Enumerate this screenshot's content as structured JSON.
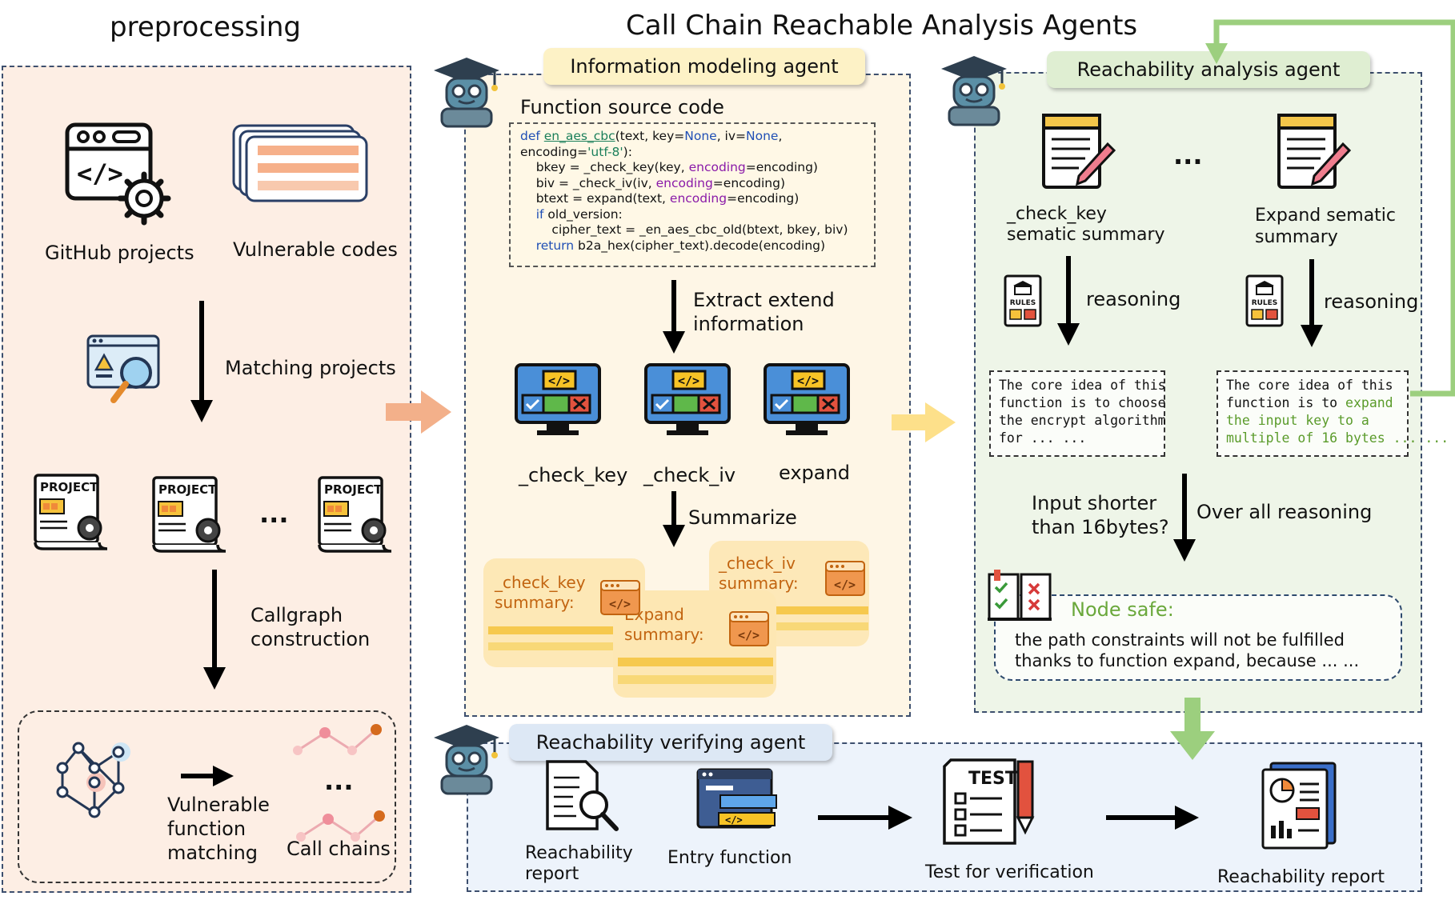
{
  "headers": {
    "preprocessing": "preprocessing",
    "main": "Call Chain Reachable Analysis Agents"
  },
  "preprocessing": {
    "github_label": "GitHub projects",
    "vuln_label": "Vulnerable codes",
    "matching_label": "Matching projects",
    "project_tag": "PROJECT",
    "ellipsis": "...",
    "callgraph_label_1": "Callgraph",
    "callgraph_label_2": "construction",
    "vfm_1": "Vulnerable",
    "vfm_2": "function",
    "vfm_3": "matching",
    "call_chains": "Call chains"
  },
  "info_agent": {
    "title": "Information modeling agent",
    "source_title": "Function source code",
    "code": {
      "l1_def": "def ",
      "l1_fn": "en_aes_cbc",
      "l1_a": "(text, key=",
      "l1_none1": "None",
      "l1_b": ", iv=",
      "l1_none2": "None",
      "l1_c": ",",
      "l2_a": "encoding=",
      "l2_str": "'utf-8'",
      "l2_b": "):",
      "l3_a": "    bkey = _check_key(key, ",
      "l3_p": "encoding",
      "l3_b": "=encoding)",
      "l4_a": "    biv = _check_iv(iv, ",
      "l4_p": "encoding",
      "l4_b": "=encoding)",
      "l5_a": "    btext = expand(text, ",
      "l5_p": "encoding",
      "l5_b": "=encoding)",
      "l6_kw": "    if ",
      "l6_a": "old_version:",
      "l7": "        cipher_text = _en_aes_cbc_old(btext, bkey, biv)",
      "l8_kw": "    return ",
      "l8_a": "b2a_hex(cipher_text).decode(encoding)"
    },
    "extract_1": "Extract extend",
    "extract_2": "information",
    "fn1": "_check_key",
    "fn2": "_check_iv",
    "fn3": "expand",
    "summarize": "Summarize",
    "card1_1": "_check_key",
    "card1_2": "summary:",
    "card2_1": "_check_iv",
    "card2_2": "summary:",
    "card3_1": "Expand",
    "card3_2": "summary:"
  },
  "reach_agent": {
    "title": "Reachability analysis agent",
    "doc1_1": "_check_key",
    "doc1_2": "sematic  summary",
    "doc2_1": "Expand sematic",
    "doc2_2": "summary",
    "ellipsis": "...",
    "reasoning1": "reasoning",
    "reasoning2": "reasoning",
    "rules": "RULES",
    "box1": [
      "The core idea of this",
      "function is to choose",
      "the encrypt algorithm",
      "for ... ..."
    ],
    "box2_l1": "The core idea of this",
    "box2_l2a": "function is to ",
    "box2_l2b": "expand",
    "box2_l3": "the input key to a",
    "box2_l4": "multiple of 16 bytes ... ...",
    "question_1": "Input shorter",
    "question_2": "than 16bytes?",
    "overall": "Over all reasoning",
    "node_safe": "Node safe:",
    "node_l1": "the path constraints will not be fulfilled",
    "node_l2": "thanks to function expand, because ... ..."
  },
  "verify_agent": {
    "title": "Reachability verifying agent",
    "report1_1": "Reachability",
    "report1_2": "report",
    "entry": "Entry function",
    "test_tag": "TEST",
    "test_label": "Test for verification",
    "final": "Reachability report"
  },
  "colors": {
    "preproc_bg": "#fdeee4",
    "info_bg": "#fef6e6",
    "reach_bg": "#eef5e8",
    "verify_bg": "#edf3fb",
    "orange_arrow": "#f3b08a",
    "yellow_arrow": "#fde08a",
    "green_arrow": "#9ccf7e",
    "monitor_yellow": "#f7c326",
    "monitor_blue": "#4a8fd8",
    "monitor_green": "#5fb84a",
    "monitor_red": "#e2523e"
  }
}
